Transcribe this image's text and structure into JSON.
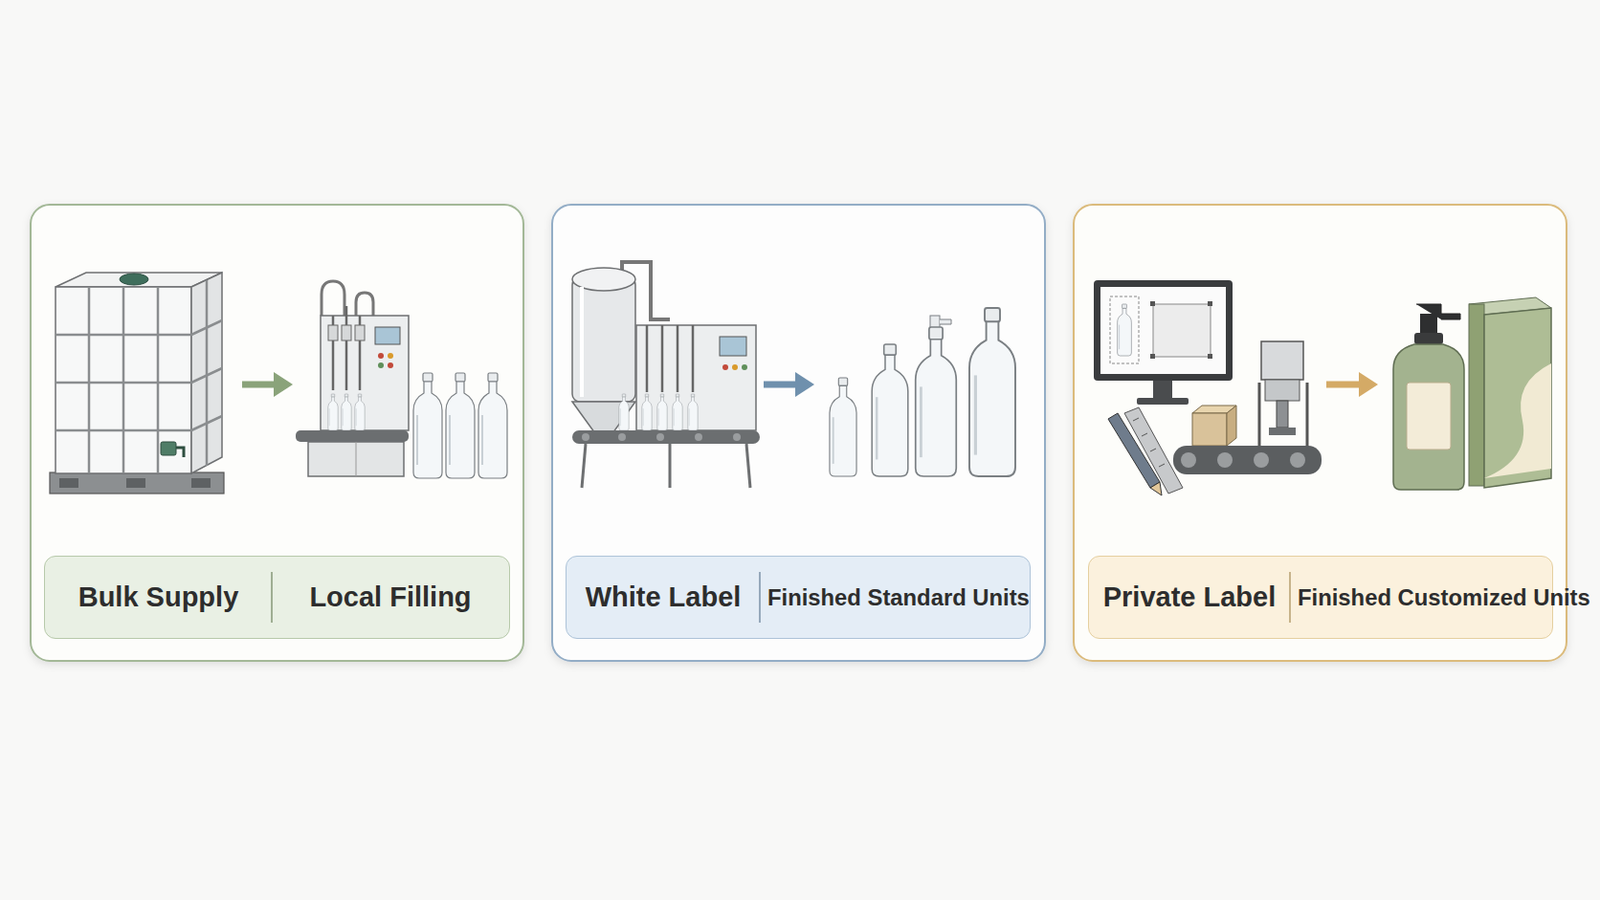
{
  "diagram": {
    "nodes": [
      {
        "text": [
          "Bulk Supply",
          "Local Filling"
        ]
      },
      {
        "text": [
          "White Label",
          "Finished Standard Units"
        ]
      },
      {
        "text": [
          "Private Label",
          "Finished Customized Units"
        ]
      }
    ]
  }
}
